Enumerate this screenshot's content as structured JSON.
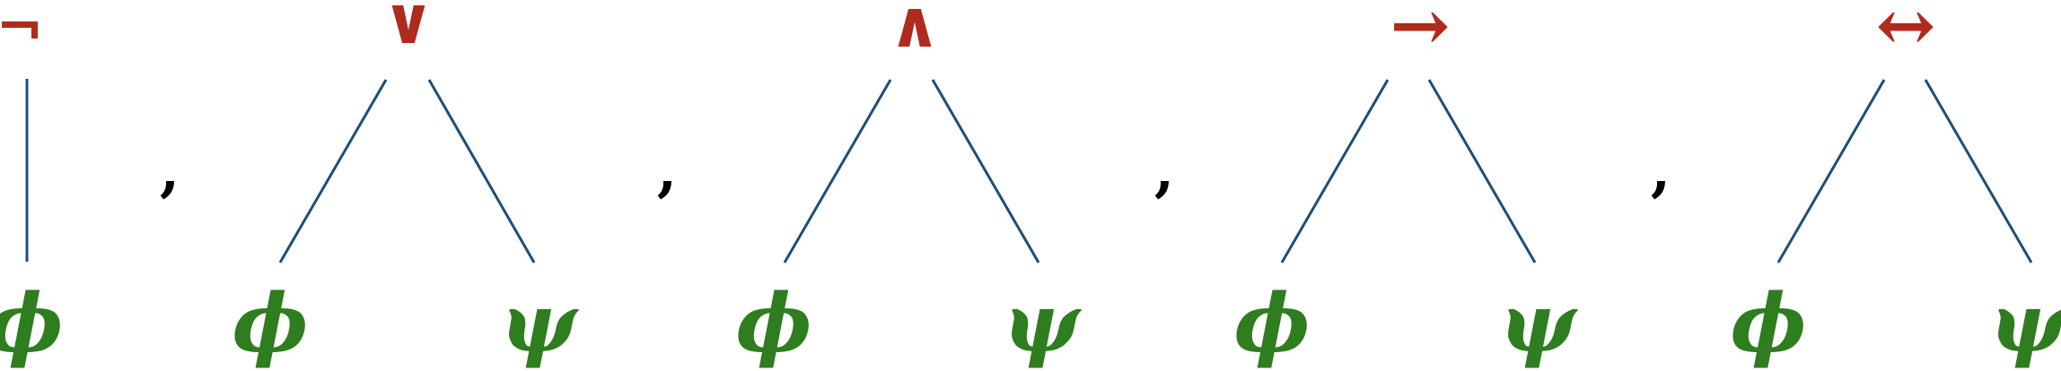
{
  "trees": [
    {
      "connective": "¬",
      "children": [
        "ϕ"
      ]
    },
    {
      "connective": "∨",
      "children": [
        "ϕ",
        "ψ"
      ]
    },
    {
      "connective": "∧",
      "children": [
        "ϕ",
        "ψ"
      ]
    },
    {
      "connective": "→",
      "children": [
        "ϕ",
        "ψ"
      ]
    },
    {
      "connective": "↔",
      "children": [
        "ϕ",
        "ψ"
      ]
    }
  ],
  "separator": ",",
  "colors": {
    "connective": "#b02a1e",
    "formula": "#2e7d1f",
    "edge": "#1e4e79",
    "separator": "#000000"
  }
}
